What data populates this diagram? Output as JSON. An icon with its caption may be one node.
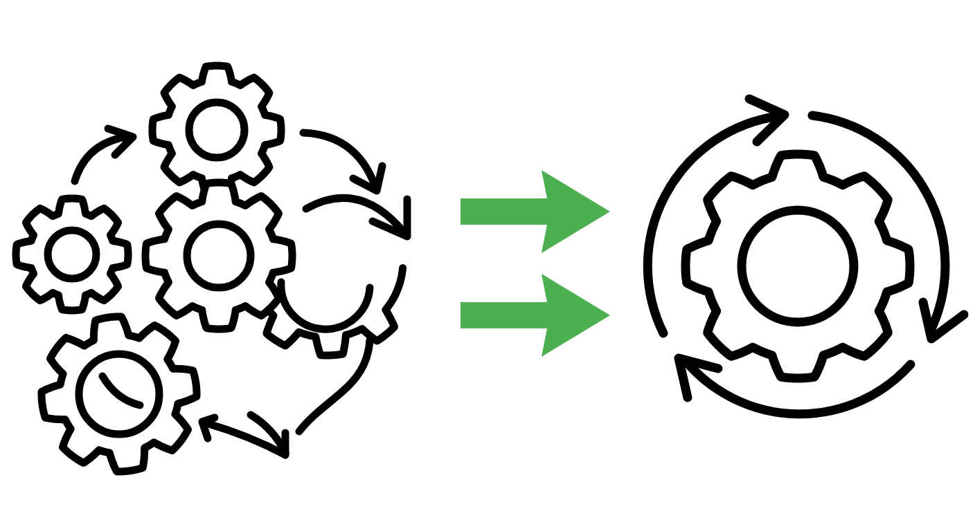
{
  "diagram": {
    "nodes": [
      {
        "text": [],
        "shape": "picture"
      },
      {
        "text": [],
        "shape": "picture"
      }
    ],
    "edges": [
      {
        "from": 0,
        "to": 1,
        "arrow": "to"
      },
      {
        "from": 0,
        "to": 1,
        "arrow": "to"
      }
    ]
  }
}
